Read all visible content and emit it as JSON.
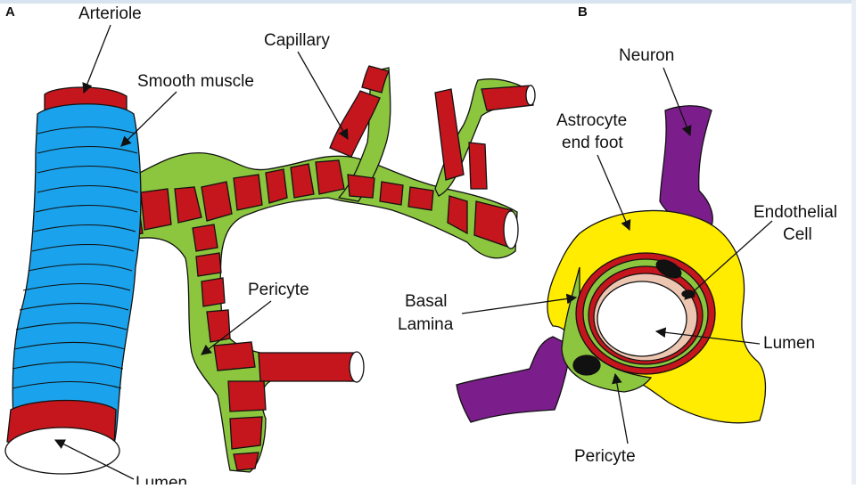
{
  "colors": {
    "vessel_wall": "#c4161c",
    "smooth_muscle": "#1aa3ec",
    "pericyte": "#8cc63f",
    "astrocyte": "#ffec00",
    "neuron": "#7b1e8c",
    "endothelial": "#edc6b1",
    "nucleus": "#111111",
    "lumen": "#ffffff",
    "outline": "#111111",
    "top_bar": "#d7e4ef"
  },
  "panelA": {
    "letter": "A",
    "labels": {
      "arteriole": "Arteriole",
      "smooth_muscle": "Smooth muscle",
      "capillary": "Capillary",
      "pericyte": "Pericyte",
      "lumen": "Lumen"
    }
  },
  "panelB": {
    "letter": "B",
    "labels": {
      "neuron": "Neuron",
      "astrocyte_line1": "Astrocyte",
      "astrocyte_line2": "end foot",
      "endothelial_line1": "Endothelial",
      "endothelial_line2": "Cell",
      "basal_line1": "Basal",
      "basal_line2": "Lamina",
      "lumen": "Lumen",
      "pericyte": "Pericyte"
    }
  }
}
